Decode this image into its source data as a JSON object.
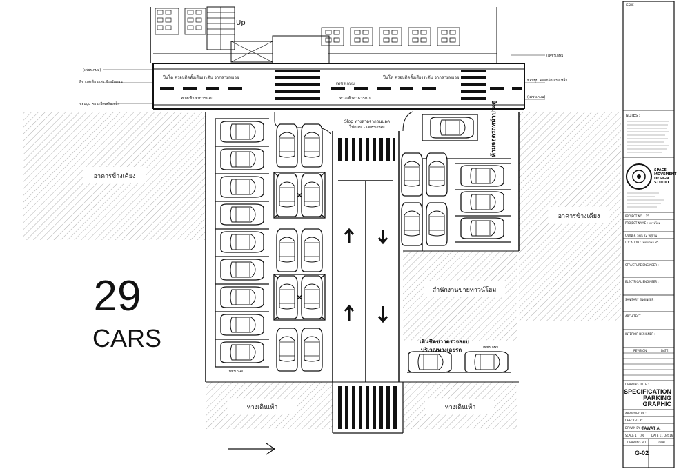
{
  "plan": {
    "up_label": "Up",
    "big_count": "29",
    "big_unit": "CARS",
    "left_building": "อาคารข้างเคียง",
    "right_building": "อาคารข้างเคียง",
    "office_label": "สำนักงานขายทาวน์โฮม",
    "walkway_left": "ทางเดินเท้า",
    "walkway_right": "ทางเดินเท้า",
    "slope_note_1": "Slop ทางลาดจากถนนลด",
    "slope_note_2": "ไปถนน - เพชรเกษม",
    "sidewalk_label": "ทางเท้าสาธารณะ",
    "edge_label": "ขอบปูน คอนกรีตเสริมเหล็ก",
    "park_label": "เพชรเกษม",
    "paint_label": "ปีนโต ครอบติดตั้งเสียงระดับ จากสามพยอย",
    "vertical_sign": "ห้ามจอดรถหน้าประตู",
    "corner_sign_1": "เดินชิดขวาตรวจสอบ",
    "corner_sign_2": "บริเวณทางเลยรถ"
  },
  "annotations": {
    "left": [
      "(เพชรเกษม)",
      "สีขาวสะท้อนแสง สำหรับถนน",
      "ขอบปูน คอนกรีตเสริมเหล็ก"
    ],
    "right": [
      "(เพชรเกษม)",
      "ขอบปูน คอนกรีตเสริมเหล็ก",
      "(เพชรเกษม)"
    ]
  },
  "title_block": {
    "issue_label": "ISSUE :",
    "notes_label": "NOTES :",
    "company_1": "SPACE",
    "company_2": "MOVEMENT",
    "company_3": "DESIGN",
    "company_4": "STUDIO",
    "project_no": "PROJECT NO. : 15",
    "project_name": "PROJECT NAME : ทาวน์โฮม",
    "owner": "OWNER : คุณ 22 หมู่บ้าน",
    "location": "LOCATION : เพชรเกษม 85",
    "structure": "STRUCTURE ENGINEER :",
    "electrical": "ELECTRICAL ENGINEER :",
    "sanitary": "SANITARY ENGINEER :",
    "architect": "ARCHITECT :",
    "interior": "INTERIOR DESIGNER :",
    "revision": "REVISION",
    "date": "DATE",
    "drawing_title_label": "DRAWING TITLE :",
    "title_1": "SPECIFICATION",
    "title_2": "PARKING",
    "title_3": "GRAPHIC",
    "approved": "APPROVED BY :",
    "checked": "CHECKED BY :",
    "drawn_label": "DRAWN BY :",
    "drawn_name": "TAWAT A.",
    "scale": "SCALE  1 : 100",
    "date_value": "DATE  11 Oct 16",
    "drawing_no_label": "DRAWING NO.",
    "total_label": "TOTAL",
    "drawing_no": "G-02"
  },
  "colors": {
    "line": "#111111",
    "hatch": "#9a9a9a"
  }
}
